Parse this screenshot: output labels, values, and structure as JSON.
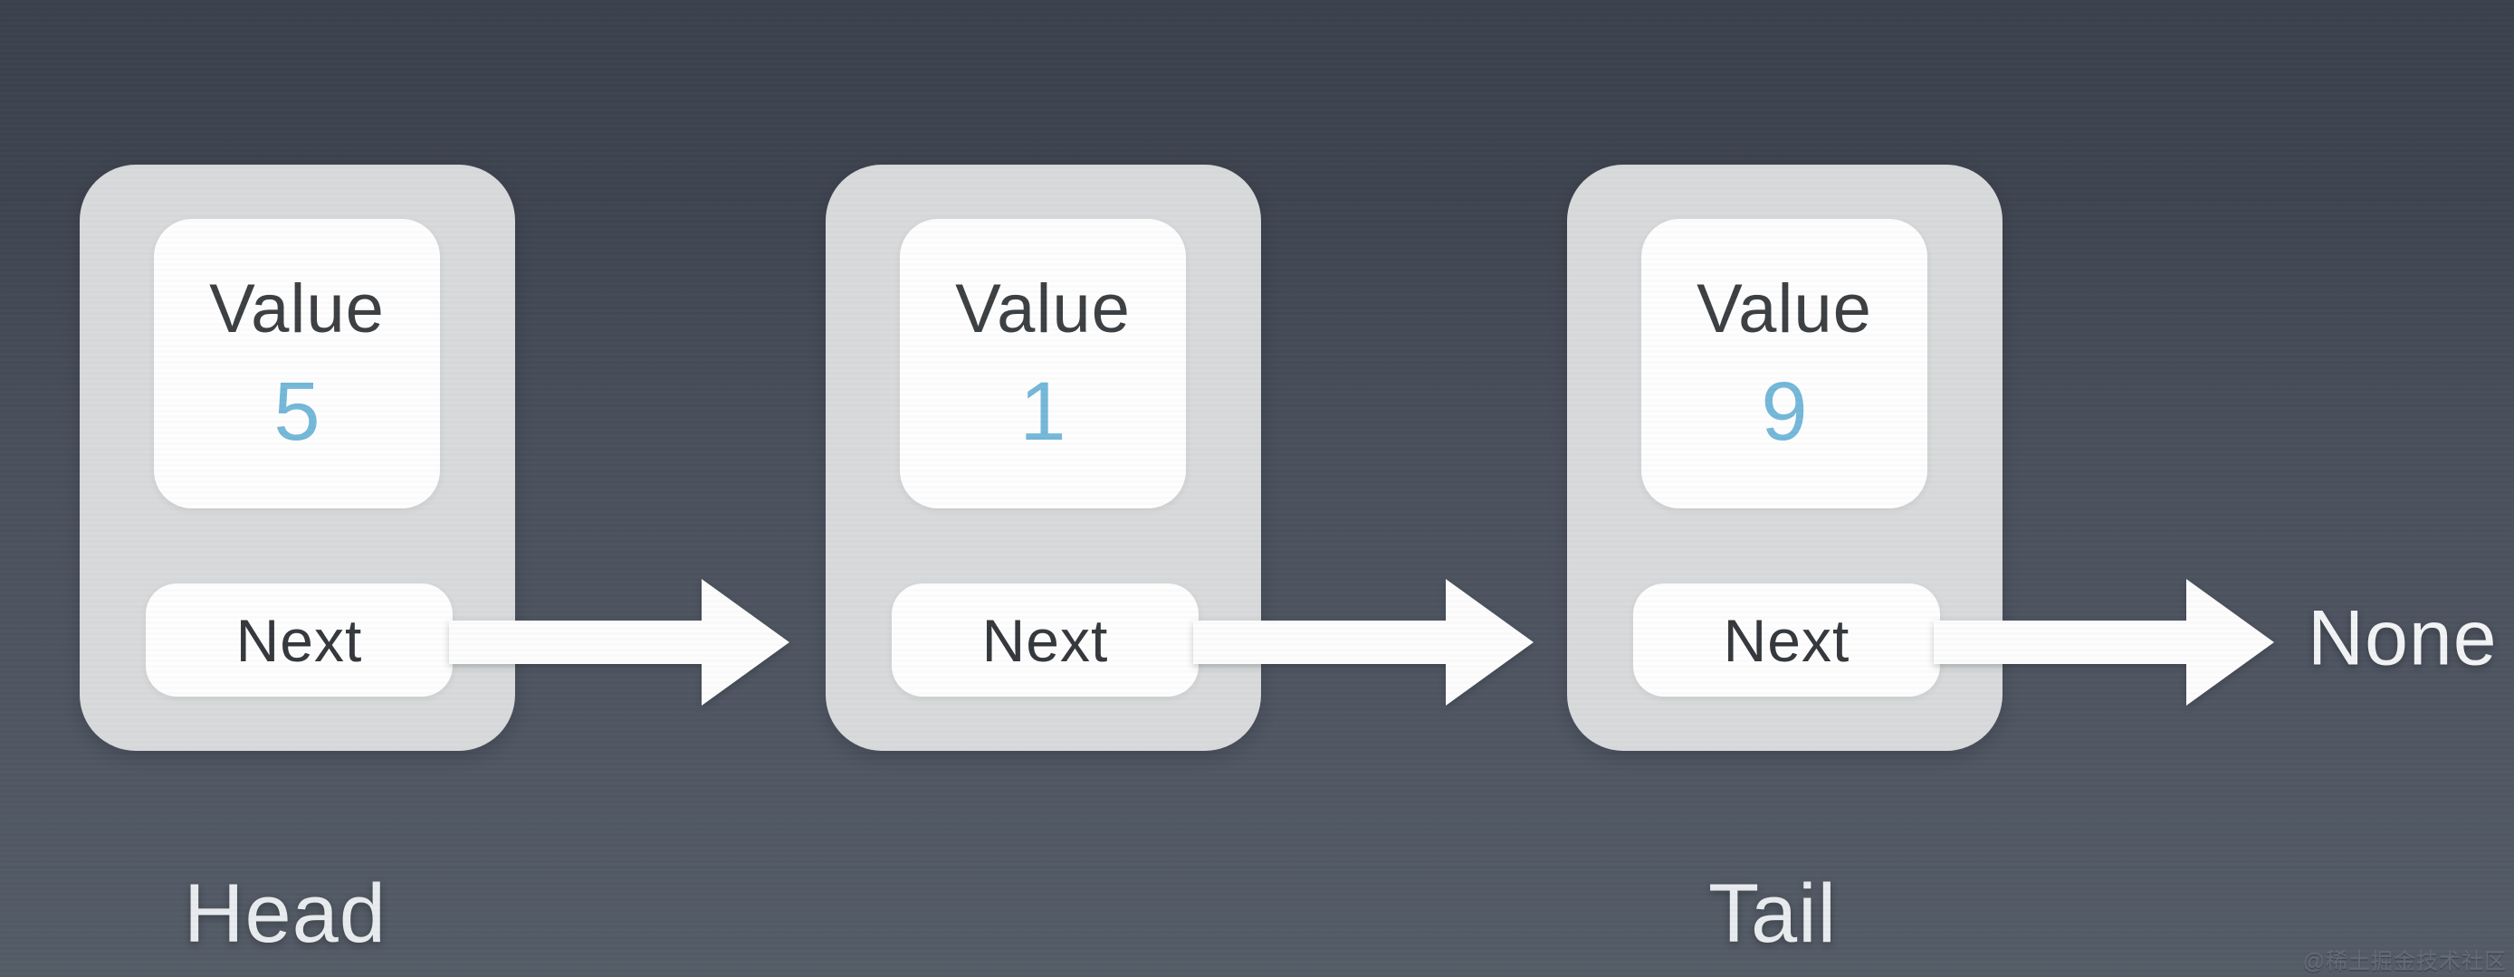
{
  "diagram": {
    "nodes": [
      {
        "value_label": "Value",
        "value": "5",
        "next_label": "Next"
      },
      {
        "value_label": "Value",
        "value": "1",
        "next_label": "Next"
      },
      {
        "value_label": "Value",
        "value": "9",
        "next_label": "Next"
      }
    ],
    "pointer_labels": {
      "head": "Head",
      "tail": "Tail"
    },
    "terminator_label": "None",
    "watermark": "@稀土掘金技术社区",
    "colors": {
      "background_top": "#3c424d",
      "background_bottom": "#545c67",
      "node_fill": "#d8dadb",
      "card_fill": "#fefefe",
      "value_text": "#3d4043",
      "value_number_text": "#74b8d9",
      "next_text": "#35383c",
      "outer_label_text": "#e9ecef",
      "arrow_fill": "#fdfdfd"
    }
  }
}
